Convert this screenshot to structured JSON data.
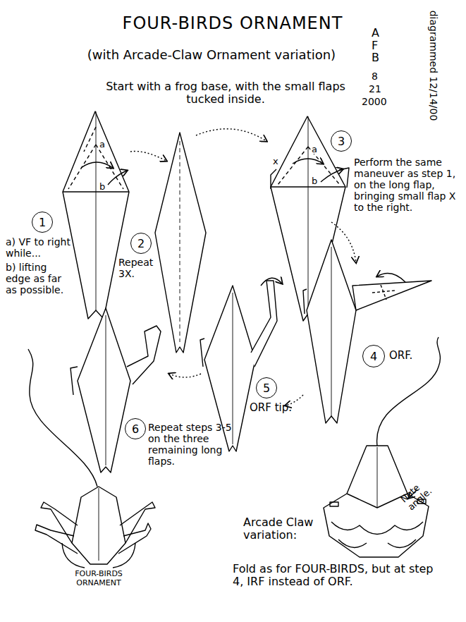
{
  "diagram": {
    "title": "FOUR-BIRDS ORNAMENT",
    "nodes": [
      {
        "text": [
          "1"
        ]
      },
      {
        "text": [
          "2"
        ]
      },
      {
        "text": [
          "3"
        ]
      },
      {
        "text": [
          "4"
        ]
      },
      {
        "text": [
          "5"
        ]
      },
      {
        "text": [
          "6"
        ]
      }
    ],
    "labels": [
      "(with Arcade-Claw Ornament variation)",
      "AFB",
      "8",
      "21",
      "2000",
      "diagrammed 12/14/00",
      "Start with a frog base, with the small flaps tucked inside.",
      "a",
      "b",
      "a) VF to right while...",
      "b) lifting edge as far as possible.",
      "Repeat 3X.",
      "a",
      "b",
      "x",
      "Perform the same maneuver as step 1, on the long flap, bringing small flap X to the right.",
      "ORF.",
      "ORF tip.",
      "Repeat steps 3-5 on the three remaining long flaps.",
      "FOUR-BIRDS ORNAMENT",
      "Note angle.",
      "Arcade Claw variation:",
      "Fold as for FOUR-BIRDS, but at step 4, IRF instead of ORF."
    ]
  }
}
